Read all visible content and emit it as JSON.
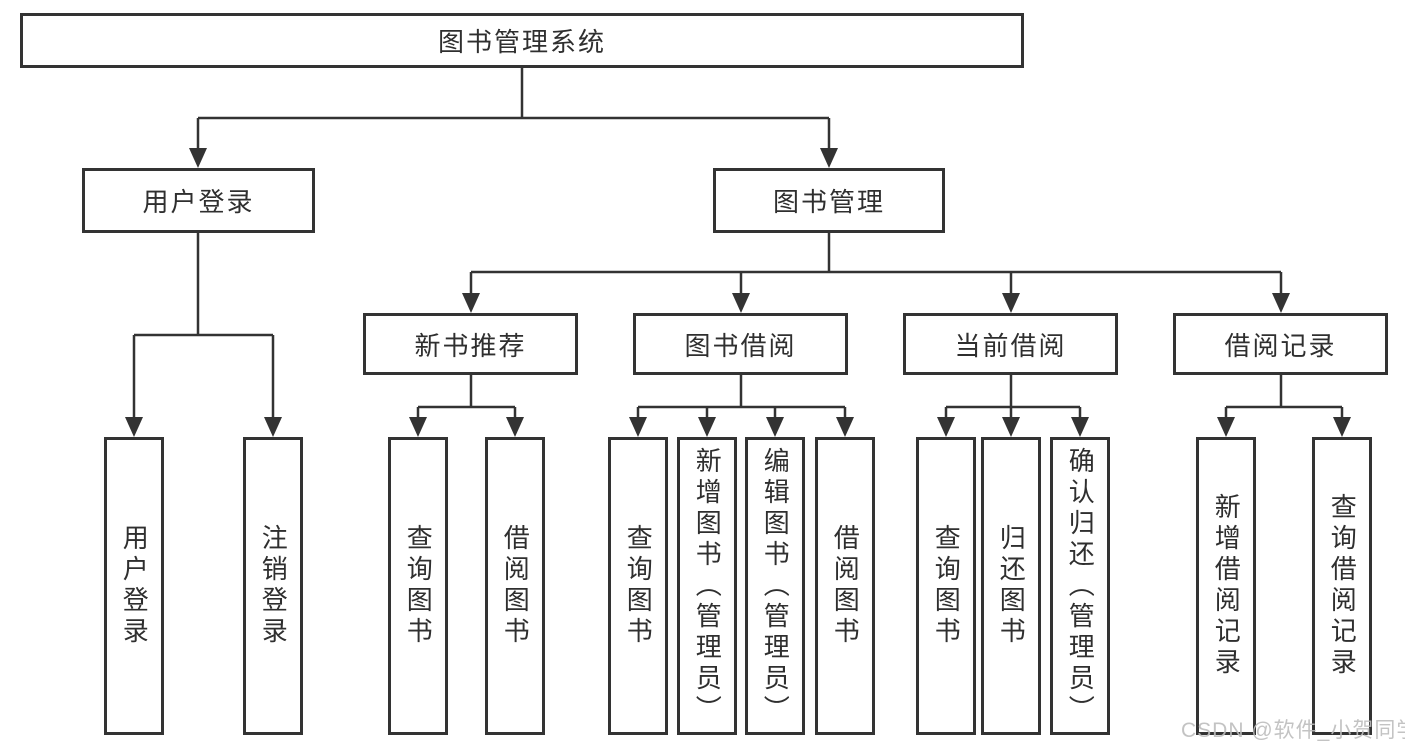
{
  "colors": {
    "line": "#333333",
    "box_border": "#333333",
    "box_background": "#ffffff",
    "page_background": "#ffffff",
    "watermark": "#bdbdbd"
  },
  "diagram": {
    "root": {
      "label": "图书管理系统"
    },
    "level2": [
      {
        "label": "用户登录"
      },
      {
        "label": "图书管理"
      }
    ],
    "level3": [
      {
        "label": "新书推荐"
      },
      {
        "label": "图书借阅"
      },
      {
        "label": "当前借阅"
      },
      {
        "label": "借阅记录"
      }
    ],
    "leaves": {
      "user_login": [
        {
          "label": "用户登录"
        },
        {
          "label": "注销登录"
        }
      ],
      "new_books": [
        {
          "label": "查询图书"
        },
        {
          "label": "借阅图书"
        }
      ],
      "book_borrow": [
        {
          "label": "查询图书"
        },
        {
          "label": "新增图书（管理员）"
        },
        {
          "label": "编辑图书（管理员）"
        },
        {
          "label": "借阅图书"
        }
      ],
      "current_borrow": [
        {
          "label": "查询图书"
        },
        {
          "label": "归还图书"
        },
        {
          "label": "确认归还（管理员）"
        }
      ],
      "borrow_records": [
        {
          "label": "新增借阅记录"
        },
        {
          "label": "查询借阅记录"
        }
      ]
    }
  },
  "watermark": {
    "text": "CSDN @软件_小贺同学"
  }
}
